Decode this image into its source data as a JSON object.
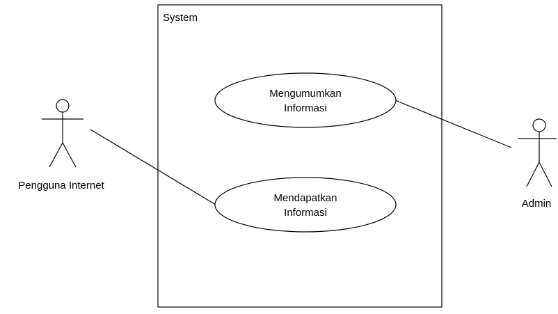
{
  "diagram": {
    "system": {
      "label": "System"
    },
    "actors": [
      {
        "id": "pengguna",
        "label": "Pengguna Internet"
      },
      {
        "id": "admin",
        "label": "Admin"
      }
    ],
    "use_cases": [
      {
        "id": "mengumumkan",
        "line1": "Mengumumkan",
        "line2": "Informasi"
      },
      {
        "id": "mendapatkan",
        "line1": "Mendapatkan",
        "line2": "Informasi"
      }
    ],
    "associations": [
      {
        "from": "pengguna",
        "to": "mendapatkan"
      },
      {
        "from": "admin",
        "to": "mengumumkan"
      }
    ]
  }
}
